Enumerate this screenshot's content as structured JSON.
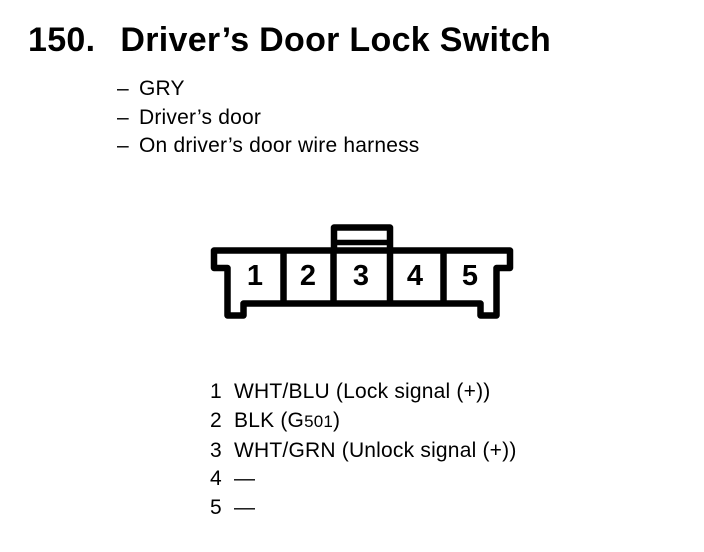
{
  "header": {
    "number": "150.",
    "title": "Driver’s Door Lock Switch"
  },
  "bullet_char": "–",
  "properties": [
    "GRY",
    "Driver’s door",
    "On driver’s door wire harness"
  ],
  "connector": {
    "cells": [
      "1",
      "2",
      "3",
      "4",
      "5"
    ]
  },
  "pins": [
    {
      "num": "1",
      "label": "WHT/BLU (Lock signal (+))"
    },
    {
      "num": "2",
      "label_pre": "BLK (G",
      "label_small": "501",
      "label_post": ")"
    },
    {
      "num": "3",
      "label": "WHT/GRN (Unlock signal (+))"
    },
    {
      "num": "4",
      "label": "—"
    },
    {
      "num": "5",
      "label": "—"
    }
  ],
  "colors": {
    "ink": "#000000",
    "paper": "#ffffff"
  }
}
